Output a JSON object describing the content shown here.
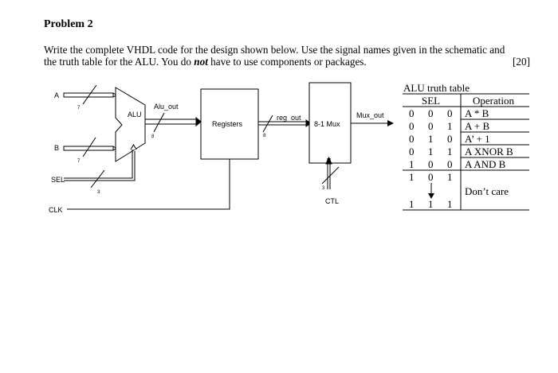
{
  "problem": {
    "title": "Problem 2",
    "text_line1_a": "Write the complete VHDL code for the design shown below. Use the signal names given in the schematic and",
    "text_line2_a": "the truth table for the ALU. You do ",
    "text_line2_em": "not",
    "text_line2_b": " have to use components or packages.",
    "points": "[20]"
  },
  "schematic": {
    "labels": {
      "a": "A",
      "b": "B",
      "sel": "SEL",
      "clk": "CLK",
      "alu": "ALU",
      "alu_out": "Alu_out",
      "registers": "Registers",
      "reg_out": "reg_out",
      "mux": "8-1 Mux",
      "mux_out": "Mux_out",
      "ctl": "CTL"
    },
    "widths": {
      "a": "7",
      "b": "7",
      "sel": "3",
      "alu_out": "8",
      "reg_out": "8",
      "ctl": "3"
    }
  },
  "truth_table": {
    "caption": "ALU truth table",
    "col_sel": "SEL",
    "col_op": "Operation",
    "rows": [
      {
        "s2": "0",
        "s1": "0",
        "s0": "0",
        "op": "A * B"
      },
      {
        "s2": "0",
        "s1": "0",
        "s0": "1",
        "op": "A + B"
      },
      {
        "s2": "0",
        "s1": "1",
        "s0": "0",
        "op": "A’ + 1"
      },
      {
        "s2": "0",
        "s1": "1",
        "s0": "1",
        "op": "A XNOR B"
      },
      {
        "s2": "1",
        "s1": "0",
        "s0": "0",
        "op": "A AND B"
      },
      {
        "s2": "1",
        "s1": "0",
        "s0": "1",
        "op": ""
      },
      {
        "s2": "1",
        "s1": "1",
        "s0": "1",
        "op": ""
      }
    ],
    "dont_care": "Don’t care"
  }
}
